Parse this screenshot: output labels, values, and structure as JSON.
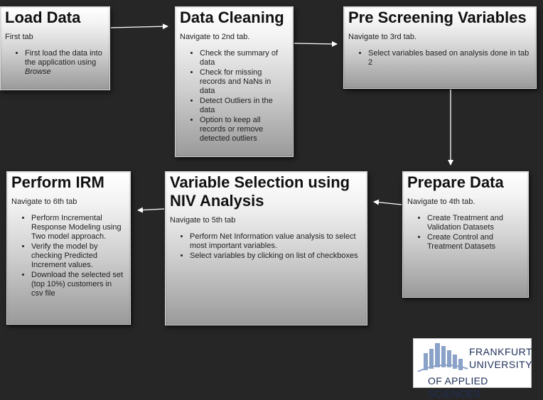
{
  "boxes": {
    "load": {
      "title": "Load Data",
      "subtitle": "First tab",
      "items": [
        "First load the data into the application using ",
        "Browse"
      ]
    },
    "cleaning": {
      "title": "Data Cleaning",
      "subtitle": "Navigate to 2nd tab.",
      "items": [
        "Check the summary of data",
        "Check for missing records and NaNs in data",
        "Detect Outliers in the data",
        "Option to keep all records or remove detected outliers"
      ]
    },
    "prescreen": {
      "title": "Pre Screening Variables",
      "subtitle": "Navigate to 3rd tab.",
      "items": [
        "Select variables based on analysis done in tab 2"
      ]
    },
    "prepare": {
      "title": "Prepare Data",
      "subtitle": "Navigate to 4th tab.",
      "items": [
        "Create Treatment and Validation Datasets",
        "Create Control and Treatment Datasets"
      ]
    },
    "niv": {
      "title": "Variable Selection using NIV Analysis",
      "subtitle": "Navigate to 5th tab",
      "items": [
        "Perform Net Information value analysis to select most important variables.",
        "Select variables by clicking on list of checkboxes"
      ]
    },
    "irm": {
      "title": "Perform IRM",
      "subtitle": "Navigate to 6th tab",
      "items": [
        "Perform Incremental Response Modeling using Two model approach.",
        "Verify the model by checking Predicted Increment values.",
        "Download the selected set (top 10%) customers in csv file"
      ]
    }
  },
  "logo": {
    "line1": "FRANKFURT",
    "line2": "UNIVERSITY",
    "line3": "OF APPLIED SCIENCES"
  },
  "colors": {
    "background": "#262626",
    "arrow": "#ffffff",
    "logo_text": "#1f2f5a",
    "logo_bars": "#8aa1c8"
  }
}
